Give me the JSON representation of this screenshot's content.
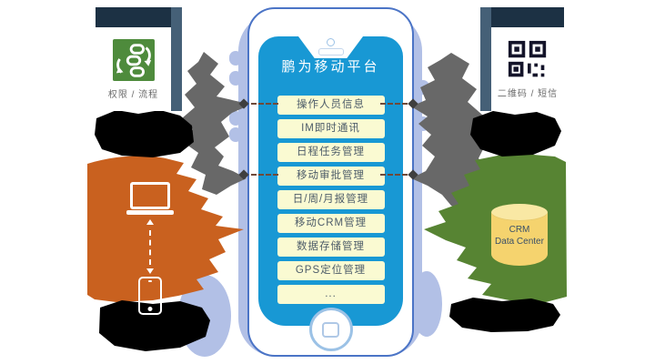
{
  "diagram_title": "鹏为移动平台",
  "phone": {
    "title": "鹏为移动平台",
    "menu": [
      "操作人员信息",
      "IM即时通讯",
      "日程任务管理",
      "移动审批管理",
      "日/周/月报管理",
      "移动CRM管理",
      "数据存储管理",
      "GPS定位管理",
      "..."
    ]
  },
  "left_box": {
    "caption": "权限 / 流程"
  },
  "right_box": {
    "caption": "二维码 / 短信"
  },
  "database": {
    "line1": "CRM",
    "line2": "Data Center"
  },
  "icons": {
    "left_card": "workflow-icon",
    "right_card": "qr-code-icon",
    "orange_panel": [
      "laptop-icon",
      "sync-arrow-icon",
      "smartphone-icon"
    ],
    "green_panel": "database-cylinder-icon",
    "phone_top": [
      "camera-dot-icon",
      "speaker-slot-icon"
    ],
    "phone_bottom": "home-button-icon"
  },
  "colors": {
    "screen_blue": "#1898d4",
    "button_yellow": "#fafad2",
    "navy_box": "#1c3144",
    "navy_edge": "#456077",
    "icon_green": "#4e8b3c",
    "orange_blob": "#c9611f",
    "green_blob": "#578433",
    "cylinder_yellow": "#f5d36e",
    "periwinkle_case": "#b2c0e6",
    "phone_outline": "#4b74c6",
    "gray_arrow": "#686868",
    "dash_brown": "#6e4a3a"
  }
}
